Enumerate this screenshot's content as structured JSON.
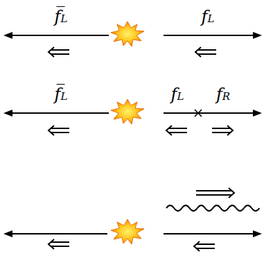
{
  "diagram": {
    "labels": [
      "f̅L",
      "fL",
      "f̅L",
      "fL",
      "fR"
    ]
  }
}
